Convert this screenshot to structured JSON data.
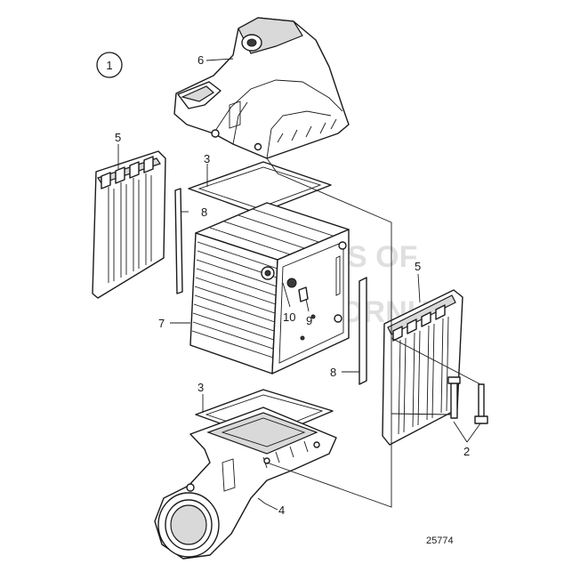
{
  "diagram": {
    "group_number": "1",
    "reference_number": "25774",
    "callouts": {
      "p6": "6",
      "p5_left": "5",
      "p3_top": "3",
      "p8_left": "8",
      "p7": "7",
      "p10": "10",
      "p9": "9",
      "p5_right": "5",
      "p8_right": "8",
      "p3_bottom": "3",
      "p2": "2",
      "p4": "4"
    },
    "watermark": [
      "PARTS OF",
      "CALIFORNIA"
    ]
  }
}
